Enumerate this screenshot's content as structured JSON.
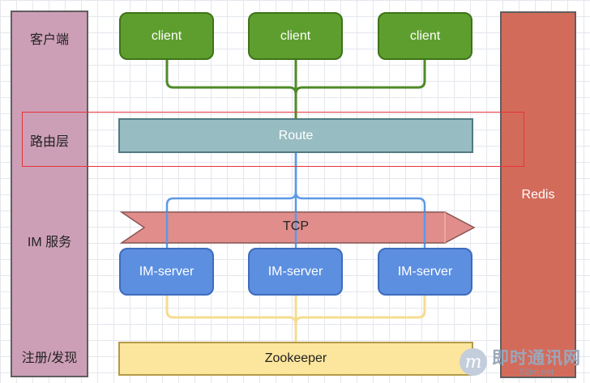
{
  "layers": {
    "client": "客户端",
    "route": "路由层",
    "im_service": "IM 服务",
    "registry": "注册/发现"
  },
  "clients": [
    "client",
    "client",
    "client"
  ],
  "route": "Route",
  "tcp": "TCP",
  "servers": [
    "IM-server",
    "IM-server",
    "IM-server"
  ],
  "zookeeper": "Zookeeper",
  "redis": "Redis",
  "watermark": {
    "logo_letter": "m",
    "main": "即时通讯网",
    "sub": "52im.net"
  },
  "colors": {
    "layer_column": "#cd9fb7",
    "client": "#5e9e2e",
    "route": "#97bcc1",
    "route_highlight": "#e8323a",
    "tcp_arrow": "#e08d8b",
    "im_server": "#5c8fe0",
    "zookeeper": "#fce59c",
    "redis": "#d36b5b",
    "client_lines": "#4f8a27",
    "server_lines": "#5c9ae6",
    "zk_lines": "#f5dc8f"
  }
}
